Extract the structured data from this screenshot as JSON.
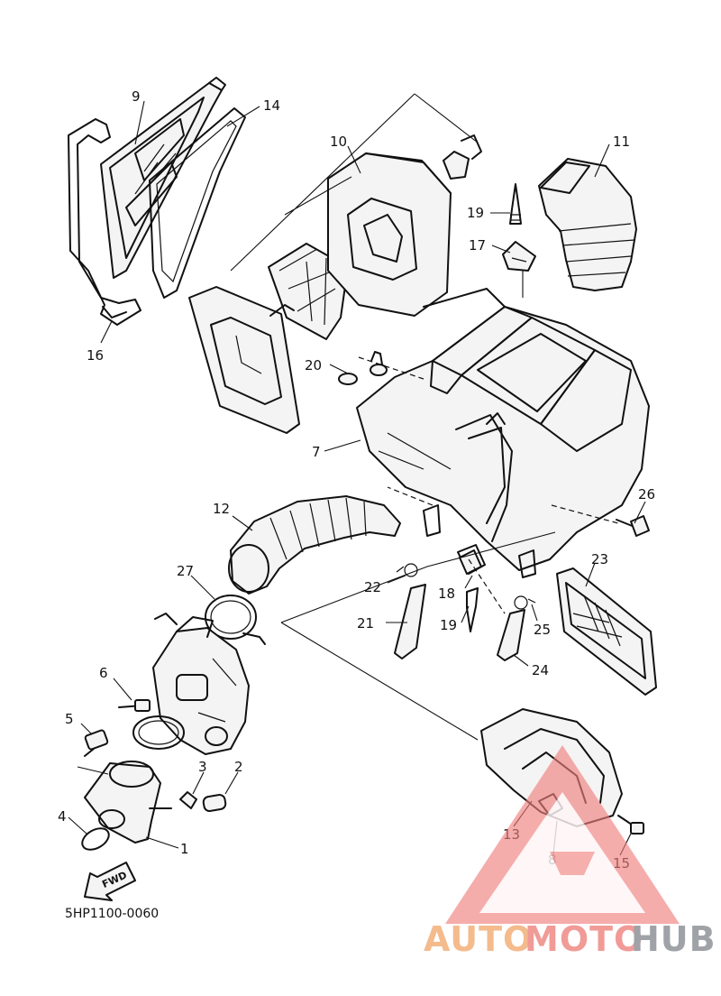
{
  "diagram_code": "5HP1100-0060",
  "direction_label": "FWD",
  "parts": [
    {
      "id": "1"
    },
    {
      "id": "2"
    },
    {
      "id": "3"
    },
    {
      "id": "4"
    },
    {
      "id": "5"
    },
    {
      "id": "6"
    },
    {
      "id": "7"
    },
    {
      "id": "8"
    },
    {
      "id": "9"
    },
    {
      "id": "10"
    },
    {
      "id": "11"
    },
    {
      "id": "12"
    },
    {
      "id": "13"
    },
    {
      "id": "14"
    },
    {
      "id": "15"
    },
    {
      "id": "16"
    },
    {
      "id": "17"
    },
    {
      "id": "18"
    },
    {
      "id": "19"
    },
    {
      "id": "19b"
    },
    {
      "id": "20"
    },
    {
      "id": "21"
    },
    {
      "id": "22"
    },
    {
      "id": "23"
    },
    {
      "id": "24"
    },
    {
      "id": "25"
    },
    {
      "id": "26"
    },
    {
      "id": "27"
    }
  ],
  "labels": {
    "p1": "1",
    "p2": "2",
    "p3": "3",
    "p4": "4",
    "p5": "5",
    "p6": "6",
    "p7": "7",
    "p8": "8",
    "p9": "9",
    "p10": "10",
    "p11": "11",
    "p12": "12",
    "p13": "13",
    "p14": "14",
    "p15": "15",
    "p16": "16",
    "p17": "17",
    "p18": "18",
    "p19a": "19",
    "p19b": "19",
    "p20": "20",
    "p21": "21",
    "p22": "22",
    "p23": "23",
    "p24": "24",
    "p25": "25",
    "p26": "26",
    "p27": "27"
  },
  "watermark": {
    "part1": "AUTO",
    "part2": "MOTO",
    "part3": "HUB",
    "color_auto": "#f3b07a",
    "color_moto": "#ef8a86",
    "color_hub": "#8f9399",
    "triangle_color": "#f07f7c"
  }
}
